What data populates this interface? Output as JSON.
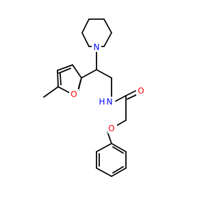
{
  "colors": {
    "background": "#ffffff",
    "bond": "#000000",
    "nitrogen": "#0000ff",
    "oxygen": "#ff0000"
  },
  "atoms": {
    "piperidine_n": {
      "symbol": "N",
      "color": "#0000ff"
    },
    "furan_o": {
      "symbol": "O",
      "color": "#ff0000"
    },
    "amide_n": {
      "symbol": "N",
      "color": "#0000ff"
    },
    "amide_h": {
      "symbol": "H",
      "color": "#0000ff"
    },
    "carbonyl_o": {
      "symbol": "O",
      "color": "#ff0000"
    },
    "ether_o": {
      "symbol": "O",
      "color": "#ff0000"
    }
  }
}
